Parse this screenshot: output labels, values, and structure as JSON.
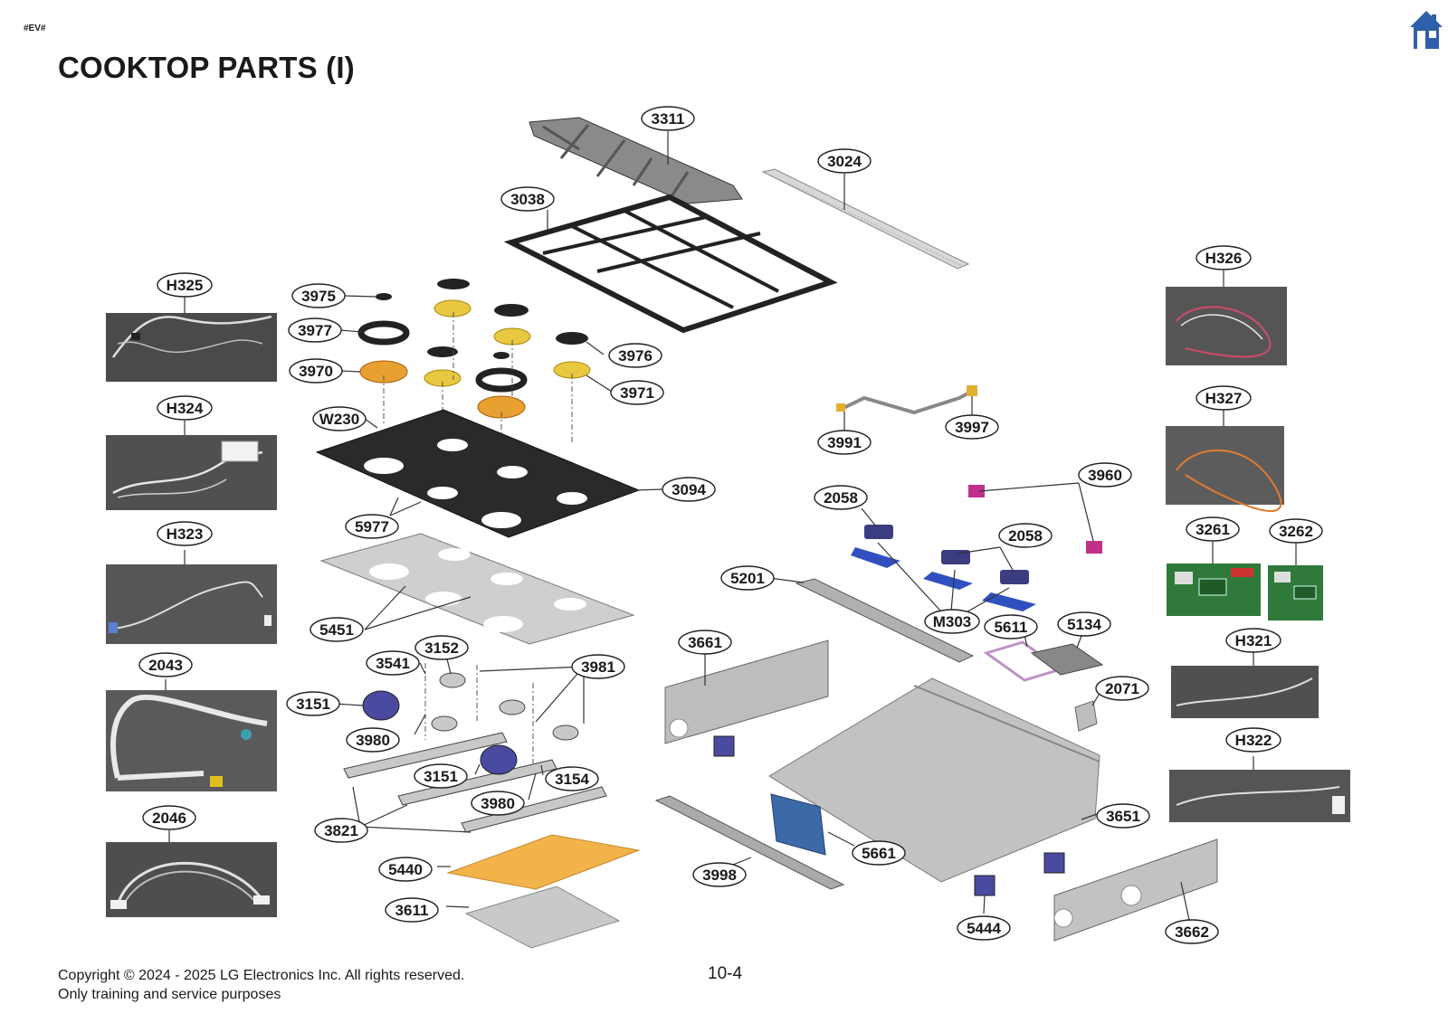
{
  "header": {
    "code_tag": "#EV#",
    "title": "COOKTOP PARTS (I)",
    "home_icon": "home-icon"
  },
  "footer": {
    "copyright": "Copyright © 2024 - 2025 LG Electronics Inc. All rights reserved.",
    "purpose": "Only training and service purposes",
    "page_number": "10-4"
  },
  "labels": {
    "p3311": "3311",
    "p3024": "3024",
    "p3038": "3038",
    "pH325": "H325",
    "pH326": "H326",
    "p3975": "3975",
    "p3977": "3977",
    "p3970": "3970",
    "p3976": "3976",
    "p3971": "3971",
    "pW230": "W230",
    "p3094": "3094",
    "p5977": "5977",
    "pH324": "H324",
    "pH327": "H327",
    "p3991": "3991",
    "p3997": "3997",
    "p2058a": "2058",
    "p3960": "3960",
    "p2058b": "2058",
    "pH323": "H323",
    "p3261": "3261",
    "p3262": "3262",
    "p5201": "5201",
    "pM303": "M303",
    "p5611": "5611",
    "p5134": "5134",
    "p5451": "5451",
    "p3152": "3152",
    "p3541": "3541",
    "p3981": "3981",
    "p3661": "3661",
    "pH321": "H321",
    "p2043": "2043",
    "p3151a": "3151",
    "p3980a": "3980",
    "p2071": "2071",
    "p3151b": "3151",
    "p3154": "3154",
    "pH322": "H322",
    "p3980b": "3980",
    "p3651": "3651",
    "p2046": "2046",
    "p3821": "3821",
    "p5661": "5661",
    "p5440": "5440",
    "p3998": "3998",
    "p3611": "3611",
    "p5444": "5444",
    "p3662": "3662"
  }
}
